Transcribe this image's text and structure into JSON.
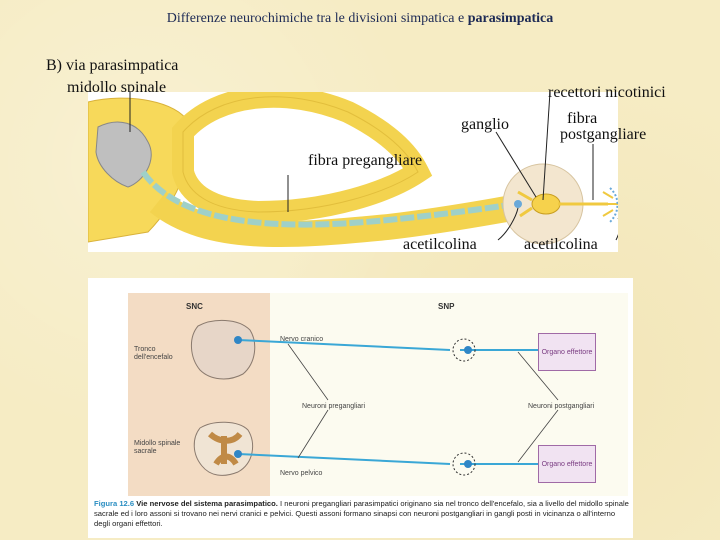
{
  "title": {
    "prefix": "Differenze neurochimiche tra le divisioni simpatica e ",
    "emphasis": "parasimpatica"
  },
  "section_label": "B) via parasimpatica",
  "labels": {
    "spinal_cord": "midollo spinale",
    "nicotinic_receptors": "recettori nicotinici",
    "ganglion": "ganglio",
    "postganglionic_fiber_1": "fibra",
    "postganglionic_fiber_2": "postgangliare",
    "preganglionic_fiber": "fibra pregangliare",
    "acetylcholine_left": "acetilcolina",
    "acetylcholine_right": "acetilcolina"
  },
  "figure": {
    "snc_header": "SNC",
    "snp_header": "SNP",
    "brainstem_1": "Tronco",
    "brainstem_2": "dell'encefalo",
    "sacral_cord_1": "Midollo spinale",
    "sacral_cord_2": "sacrale",
    "cranial_nerve": "Nervo cranico",
    "pelvic_nerve": "Nervo pelvico",
    "preganglionic_neurons": "Neuroni pregangliari",
    "postganglionic_neurons": "Neuroni postgangliari",
    "effector_organ_top": "Organo effettore",
    "effector_organ_bottom": "Organo effettore",
    "caption_figure": "Figura 12.6",
    "caption_title": "Vie nervose del sistema parasimpatico.",
    "caption_body": "I neuroni pregangliari parasimpatici originano sia nel tronco dell'encefalo, sia a livello del midollo spinale sacrale ed i loro assoni si trovano nei nervi cranici e pelvici. Questi assoni formano sinapsi con neuroni postgangliari in gangli posti in vicinanza o all'interno degli organi effettori."
  },
  "colors": {
    "nerve_yellow": "#f7d95a",
    "axon_blue": "#9fd0c8",
    "pathway_blue": "#3aa7d6",
    "organ_purple": "#a06aa6"
  }
}
